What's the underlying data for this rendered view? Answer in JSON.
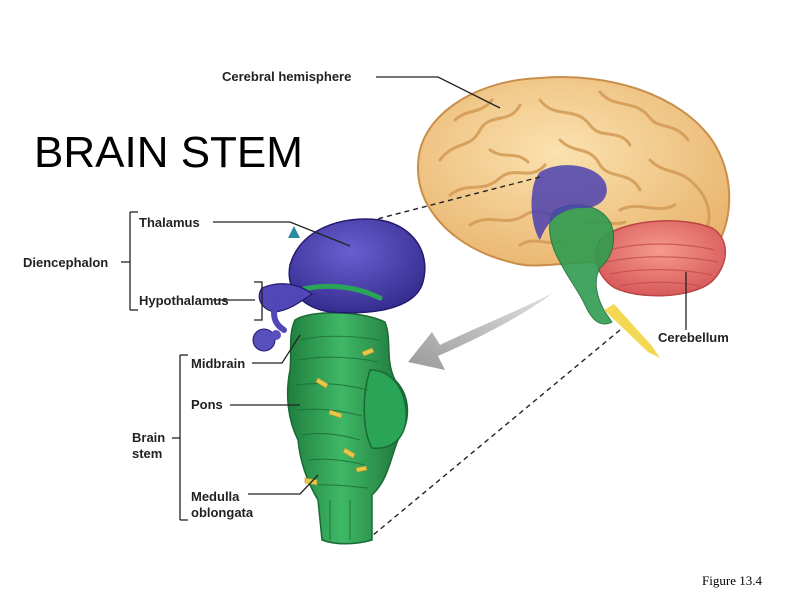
{
  "title": "BRAIN STEM",
  "figure_label": "Figure 13.4",
  "labels": {
    "cerebral_hemisphere": "Cerebral hemisphere",
    "thalamus": "Thalamus",
    "diencephalon": "Diencephalon",
    "hypothalamus": "Hypothalamus",
    "cerebellum": "Cerebellum",
    "midbrain": "Midbrain",
    "pons": "Pons",
    "brain_stem_line1": "Brain",
    "brain_stem_line2": "stem",
    "medulla_line1": "Medulla",
    "medulla_line2": "oblongata"
  },
  "colors": {
    "cerebrum": "#f1c98a",
    "cerebrum_fold": "#d9a25a",
    "diencephalon": "#4a3fa8",
    "brainstem": "#2d9e52",
    "cerebellum": "#e86e6a",
    "arrow": "#a8a8a8",
    "nerve": "#e8c84a"
  }
}
